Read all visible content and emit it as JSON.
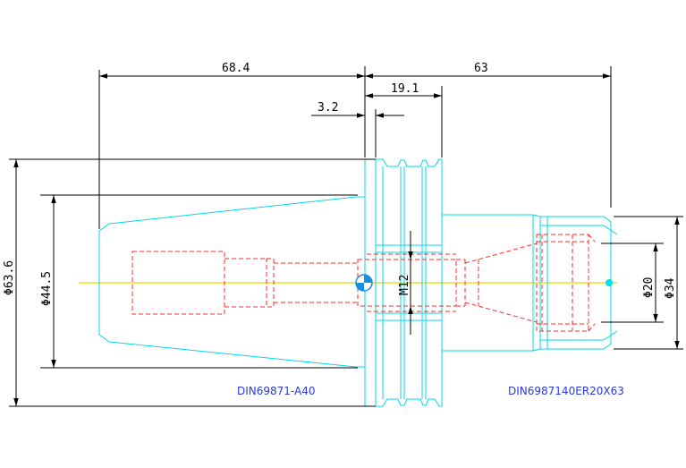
{
  "colors": {
    "outline": "#00d8e8",
    "hidden": "#ff2a2a",
    "centerline": "#e8d800",
    "dimension": "#000000",
    "label": "#2a3ad8",
    "marker_blue": "#1a8fe0",
    "marker_cyan": "#00e0f0"
  },
  "dimensions": {
    "overall_left": "68.4",
    "overall_right": "63",
    "flange_width": "19.1",
    "gauge_offset": "3.2",
    "max_diameter": "Φ63.6",
    "taper_diameter": "Φ44.5",
    "bore_thread": "M12",
    "collet_diameter": "Φ20",
    "nut_diameter": "Φ34"
  },
  "labels": {
    "shank_standard": "DIN69871-A40",
    "collet_standard": "DIN6987140ER20X63"
  }
}
